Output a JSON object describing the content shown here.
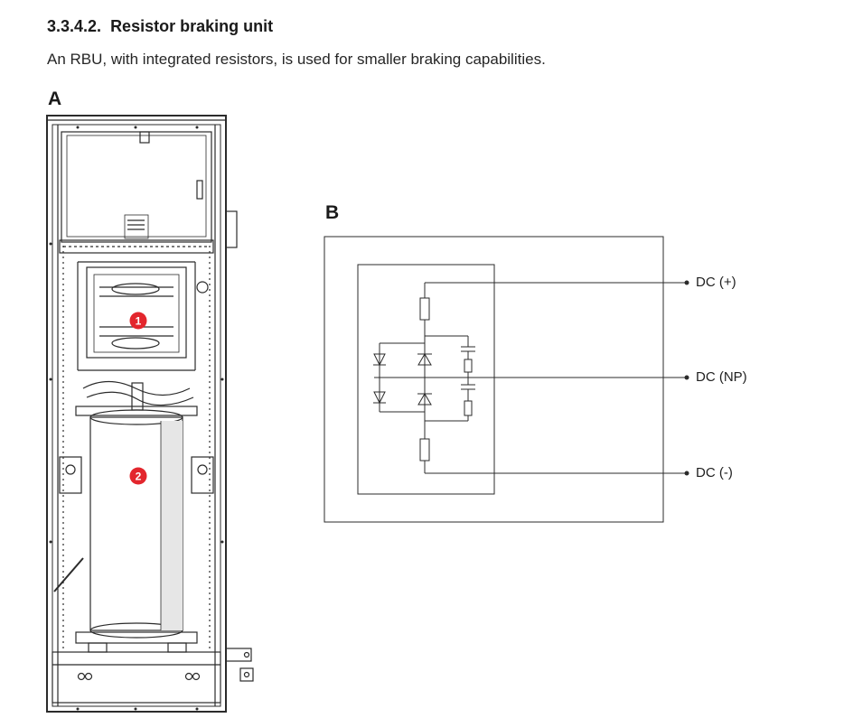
{
  "section": {
    "number": "3.3.4.2.",
    "title": "Resistor braking unit",
    "intro": "An RBU, with integrated resistors, is used for smaller braking capabilities."
  },
  "figure_a": {
    "label": "A",
    "callouts": [
      "1",
      "2"
    ],
    "callout_color": "#e3262d"
  },
  "figure_b": {
    "label": "B",
    "terminals": {
      "dc_plus": "DC (+)",
      "dc_np": "DC (NP)",
      "dc_minus": "DC (-)"
    }
  }
}
